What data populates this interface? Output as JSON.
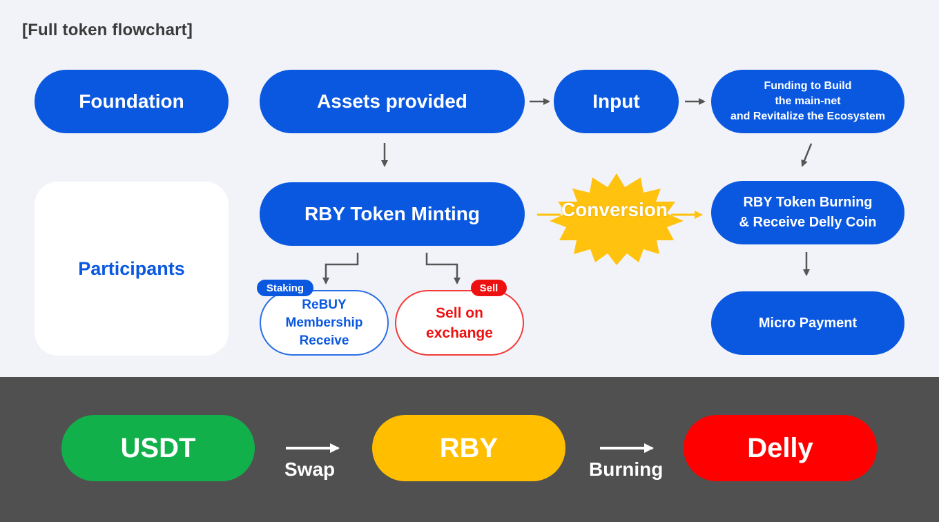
{
  "title": "[Full token flowchart]",
  "nodes": {
    "foundation": "Foundation",
    "assets": "Assets provided",
    "input": "Input",
    "funding": [
      "Funding to Build",
      "the main-net",
      "and Revitalize the Ecosystem"
    ],
    "participants": "Participants",
    "minting": "RBY Token Minting",
    "conversion": "Conversion",
    "burning": [
      "RBY Token Burning",
      "& Receive Delly Coin"
    ],
    "micro": "Micro Payment",
    "rebuy": [
      "ReBUY",
      "Membership",
      "Receive"
    ],
    "sell": [
      "Sell on",
      "exchange"
    ],
    "staking_tag": "Staking",
    "sell_tag": "Sell"
  },
  "bottom": {
    "usdt": "USDT",
    "swap": "Swap",
    "rby": "RBY",
    "burning": "Burning",
    "delly": "Delly"
  },
  "colors": {
    "node_blue": "#0a58e0",
    "star_yellow": "#ffc20e",
    "usdt_green": "#12b04a",
    "rby_yellow": "#ffbe00",
    "delly_red": "#ff0000",
    "bottom_bg": "#505050"
  }
}
